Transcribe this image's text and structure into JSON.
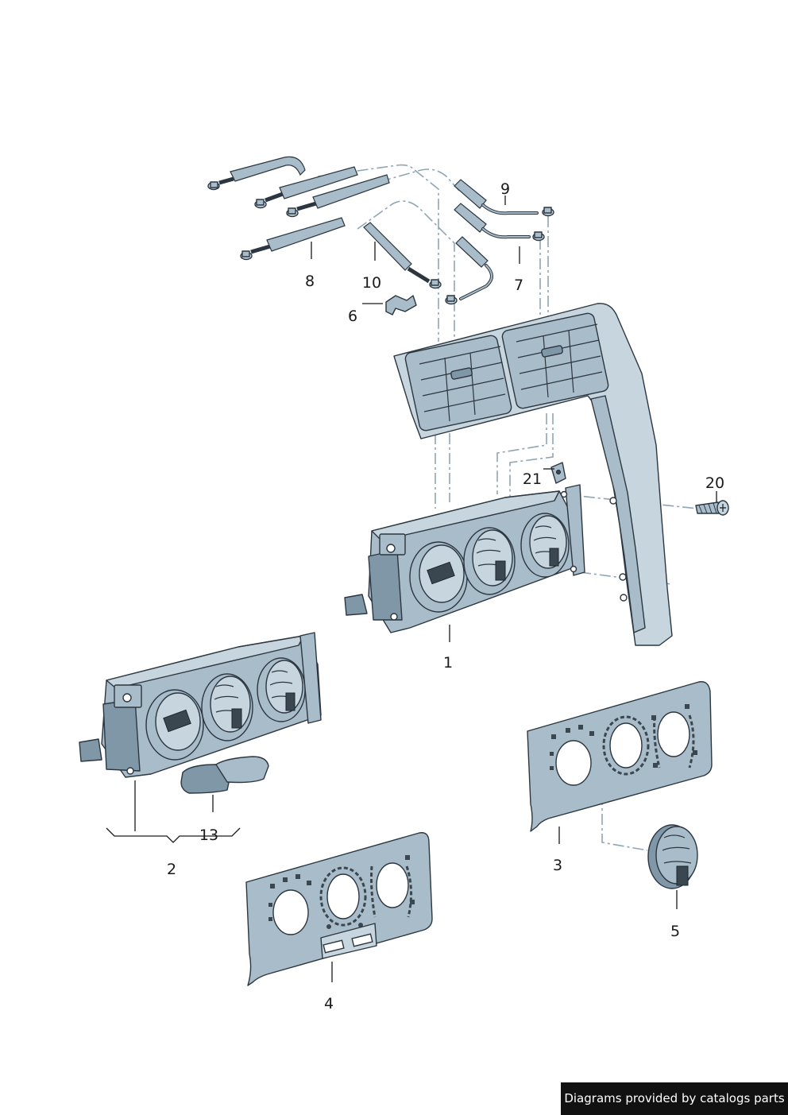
{
  "callouts": {
    "c1": "1",
    "c2": "2",
    "c3": "3",
    "c4": "4",
    "c5": "5",
    "c6": "6",
    "c7": "7",
    "c8": "8",
    "c9": "9",
    "c10": "10",
    "c13": "13",
    "c20": "20",
    "c21": "21"
  },
  "footer": {
    "credit": "Diagrams provided by catalogs parts"
  },
  "colors": {
    "part_fill": "#a9bcc9",
    "part_dark": "#7f97a7",
    "outline": "#2b3640",
    "dash_line": "#8fa6b4",
    "credit_bg": "#111111"
  }
}
